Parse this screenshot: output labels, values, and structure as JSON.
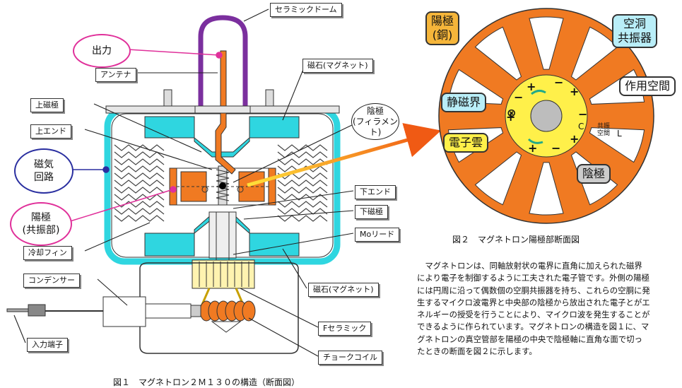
{
  "figure1": {
    "caption": "図１　マグネトロン２Ｍ１３０の構造（断面図）",
    "labels": {
      "ceramic_dome": "セラミックドーム",
      "antenna": "アンテナ",
      "upper_pole": "上磁極",
      "upper_end": "上エンド",
      "cooling_fin": "冷却フィン",
      "condenser": "コンデンサー",
      "input_terminal": "入力端子",
      "magnet_top": "磁石(マグネット)",
      "cathode_l1": "陰極",
      "cathode_l2": "(フィラメント)",
      "lower_end": "下エンド",
      "lower_pole": "下磁極",
      "mo_lead": "Moリード",
      "magnet_bottom": "磁石(マグネット)",
      "f_ceramic": "Fセラミック",
      "choke_coil": "チョークコイル"
    },
    "bubbles": {
      "output": "出力",
      "magnetic_path_l1": "磁気",
      "magnetic_path_l2": "回路",
      "anode_l1": "陽極",
      "anode_l2": "(共振部)"
    }
  },
  "figure2": {
    "caption": "図２　マグネトロン陽極部断面図",
    "tags": {
      "anode_l1": "陽極",
      "anode_l2": "(銅)",
      "cavity_l1": "空洞",
      "cavity_l2": "共振器",
      "interaction_space": "作用空間",
      "static_field": "静磁界",
      "electron_cloud": "電子雲",
      "cathode": "陰極"
    },
    "marks": {
      "c": "C",
      "l": "L",
      "cavity_small_l1": "共振",
      "cavity_small_l2": "空間",
      "plus": "+",
      "minus": "−",
      "otimes": "⊗"
    }
  },
  "description": "マグネトロンは、同軸放射状の電界に直角に加えられた磁界により電子を制御するように工夫された電子管です。外側の陽極には円周に沿って偶数個の空胴共振器を持ち、これらの空胴に発生するマイクロ波電界と中央部の陰極から放出された電子とがエネルギーの授受を行うことにより、マイクロ波を発生することができるように作られています。マグネトロンの構造を図１に、マグネトロンの真空管部を陽極の中央で陰極軸に直角な面で切ったときの断面を図２に示します。",
  "colors": {
    "orange": "#F07A22",
    "cyan": "#2FD6E0",
    "purple": "#7B2F9E",
    "magenta": "#E0309A",
    "yellow": "#FFF04A",
    "gold": "#F5B53A",
    "skyblue": "#B9EEF8",
    "navy": "#2A2FA0"
  }
}
